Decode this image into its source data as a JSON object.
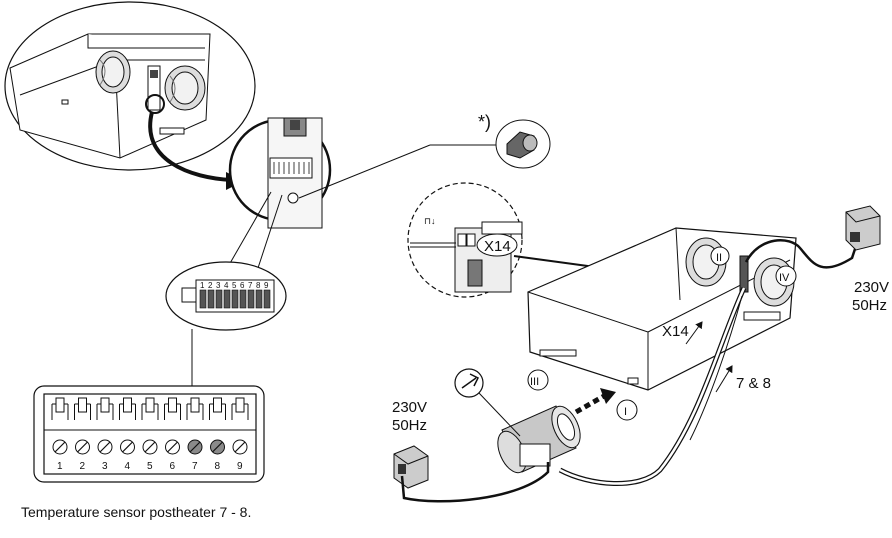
{
  "labels": {
    "asterisk": "*)",
    "x14_connector": "X14",
    "x14_arrow": "X14",
    "pins_7_8": "7 & 8",
    "voltage_left": "230V",
    "freq_left": "50Hz",
    "voltage_right": "230V",
    "freq_right": "50Hz",
    "duct_ii": "II",
    "duct_iii": "III",
    "duct_iv": "IV",
    "duct_i": "I"
  },
  "terminal_strip_numbers": [
    "1",
    "2",
    "3",
    "4",
    "5",
    "6",
    "7",
    "8",
    "9"
  ],
  "small_terminal_numbers": [
    "1",
    "2",
    "3",
    "4",
    "5",
    "6",
    "7",
    "8",
    "9"
  ],
  "caption": "Temperature sensor postheater 7 - 8.",
  "highlighted_terminals": [
    7,
    8
  ],
  "colors": {
    "line": "#111111",
    "shade": "#c8c8c8",
    "dark": "#6b6b6b",
    "highlight": "#8a8a8a"
  }
}
